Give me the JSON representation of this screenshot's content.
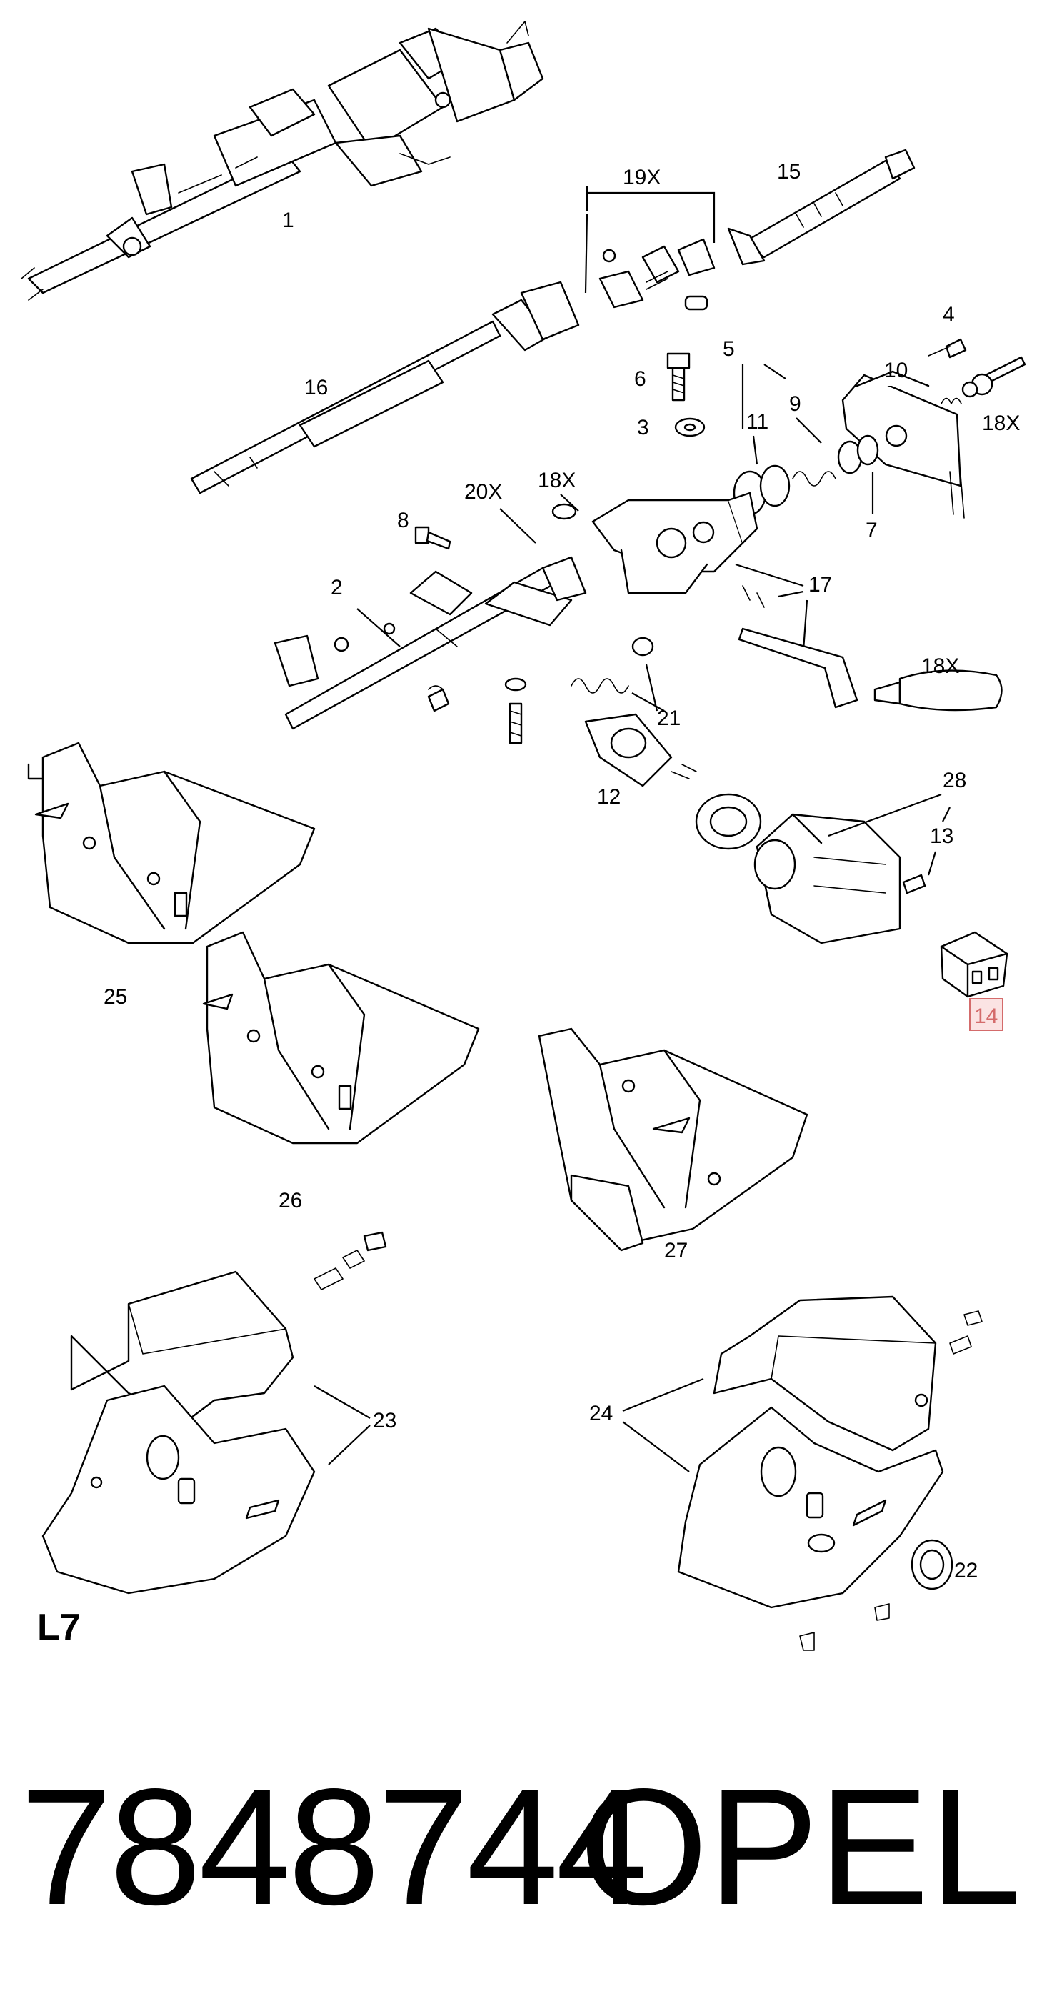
{
  "diagram": {
    "callouts": [
      "1",
      "15",
      "19X",
      "16",
      "4",
      "18X",
      "10",
      "5",
      "6",
      "3",
      "11",
      "9",
      "7",
      "8",
      "20X",
      "18X",
      "2",
      "17",
      "21",
      "18X",
      "12",
      "28",
      "13",
      "14",
      "25",
      "26",
      "27",
      "23",
      "24",
      "22"
    ],
    "highlighted_callout": "14",
    "highlight_color": "#d46b6b",
    "group_code": "L7"
  },
  "footer": {
    "part_number": "7848744",
    "brand": "OPEL"
  }
}
